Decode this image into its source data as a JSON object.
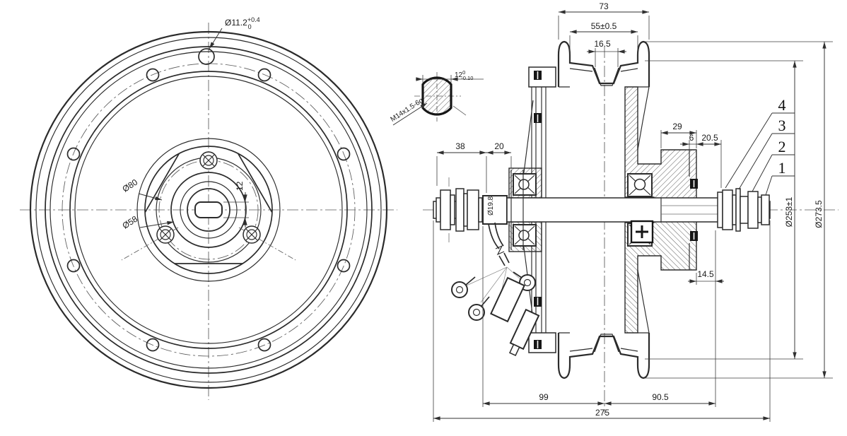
{
  "front_view": {
    "valve_hole": {
      "main": "Ø11.2",
      "sup": "+0.4",
      "sub": "0"
    },
    "bolt_circle": "Ø80",
    "hub_bore": "Ø58",
    "flat_width": "12"
  },
  "shaft_detail": {
    "thread": "M14x1.5-6g",
    "across_flats": {
      "main": "12",
      "sup": "0",
      "sub": "-0.10"
    }
  },
  "section_view": {
    "dims": {
      "overall_rim_width": "73",
      "rim_seat_width": "55±0.5",
      "channel_width": "16.5",
      "axle_left_thread": "38",
      "axle_left_step": "20",
      "boss_width": "29",
      "boss_lip": "6",
      "axle_right_step": "20.5",
      "boss_depth": "14.5",
      "left_span": "99",
      "right_span": "90.5",
      "overall_axle_length": "275",
      "axle_dia": "Ø19.8",
      "seat_dia": "Ø253±1",
      "outer_dia": "Ø273.5"
    },
    "callouts": [
      "4",
      "3",
      "2",
      "1"
    ]
  },
  "colors": {
    "line": "#2b2b2b",
    "background": "#ffffff"
  }
}
